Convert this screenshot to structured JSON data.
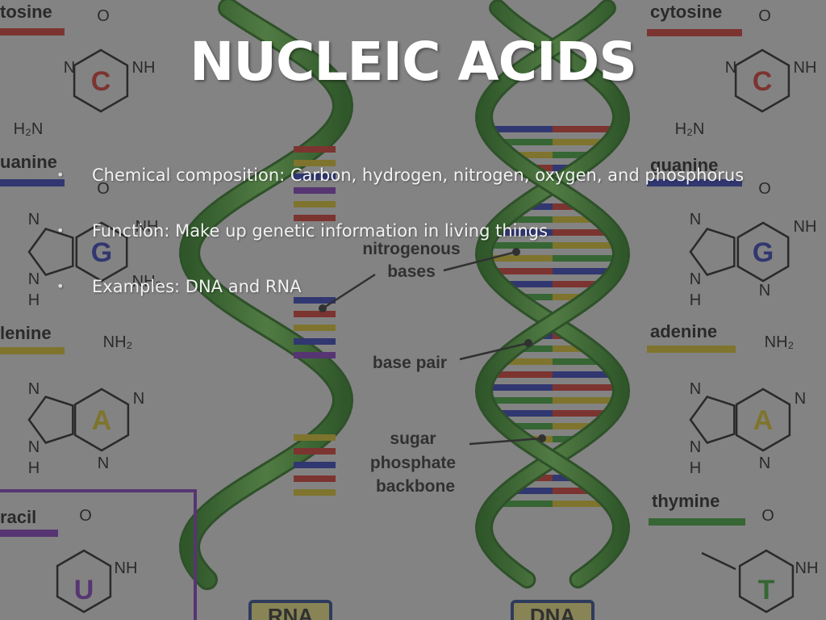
{
  "slide": {
    "title": "NUCLEIC ACIDS",
    "bullets": [
      "Chemical composition: Carbon, hydrogen, nitrogen, oxygen, and phosphorus",
      "Function:  Make up genetic information in living things",
      "Examples: DNA and RNA"
    ]
  },
  "diagram": {
    "labels": {
      "nitrogenous_1": "nitrogenous",
      "nitrogenous_2": "bases",
      "base_pair": "base pair",
      "sugar_1": "sugar",
      "sugar_2": "phosphate",
      "sugar_3": "backbone",
      "rna": "RNA",
      "dna": "DNA"
    },
    "bases_left": {
      "cytosine": "tosine",
      "guanine": "uanine",
      "adenine": "lenine",
      "uracil": "racil"
    },
    "bases_right": {
      "cytosine": "cytosine",
      "guanine": "guanine",
      "adenine": "adenine",
      "thymine": "thymine"
    },
    "letters": {
      "C": "C",
      "G": "G",
      "A": "A",
      "U": "U",
      "T": "T"
    },
    "atoms": {
      "O": "O",
      "N": "N",
      "NH": "NH",
      "H": "H",
      "H2N": "H₂N",
      "NH2": "NH₂"
    },
    "colors": {
      "cytosine": "#d42a1f",
      "guanine": "#2230b8",
      "adenine": "#d9c21a",
      "thymine": "#2fa02a",
      "uracil": "#7a2bbd",
      "helix": "#3aa821",
      "label_box": "#f3e87a"
    }
  }
}
